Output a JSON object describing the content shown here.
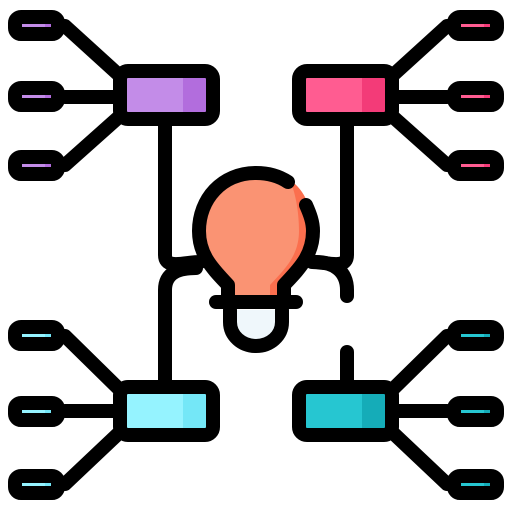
{
  "icon": {
    "name": "mind-map-icon",
    "center": "lightbulb-icon",
    "stroke_color": "#000000",
    "bulb_color": "#fa9373",
    "bulb_highlight": "#fb6f4e",
    "bulb_base_color": "#eff7fb",
    "clusters": [
      {
        "position": "top-left",
        "color": "#c38ce8",
        "shade": "#b26ddd",
        "branches": 3
      },
      {
        "position": "top-right",
        "color": "#ff5c91",
        "shade": "#f33b78",
        "branches": 3
      },
      {
        "position": "bottom-left",
        "color": "#95f3ff",
        "shade": "#74e7f7",
        "branches": 3
      },
      {
        "position": "bottom-right",
        "color": "#26c6d1",
        "shade": "#15acb8",
        "branches": 3
      }
    ]
  }
}
